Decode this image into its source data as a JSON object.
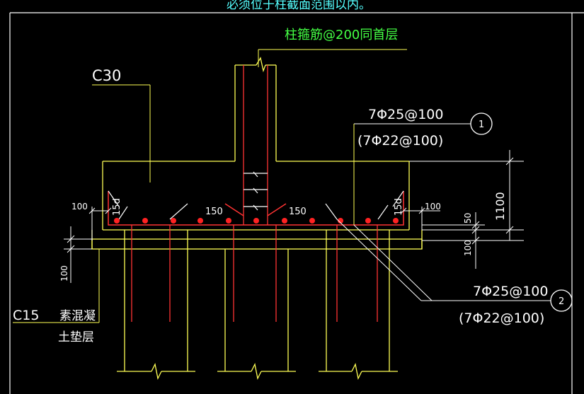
{
  "top_note": "必须位于柱截面范围以内。",
  "column_stirrup_note": "柱箍筋@200同首层",
  "concrete_grade": "C30",
  "bedding_grade": "C15",
  "bedding_label_line1": "素混凝",
  "bedding_label_line2": "土垫层",
  "callout1": {
    "number": "1",
    "main_rebar": "7Φ25@100",
    "alt_rebar": "(7Φ22@100)"
  },
  "callout2": {
    "number": "2",
    "main_rebar": "7Φ25@100",
    "alt_rebar": "(7Φ22@100)"
  },
  "dims": {
    "edge_left": "100",
    "edge_right": "100",
    "anchor_left": "15d",
    "anchor_right": "15d",
    "bend_left": "150",
    "bend_right": "150",
    "cap_height": "1100",
    "cover": "50",
    "bedding_right": "100",
    "bedding_left": "100"
  },
  "colors": {
    "background": "#000000",
    "outline": "#ffff55",
    "rebar": "#ff3333",
    "text_green": "#44ff44",
    "text_white": "#ffffff",
    "text_cyan": "#55ffff",
    "frame": "#ffffff"
  }
}
